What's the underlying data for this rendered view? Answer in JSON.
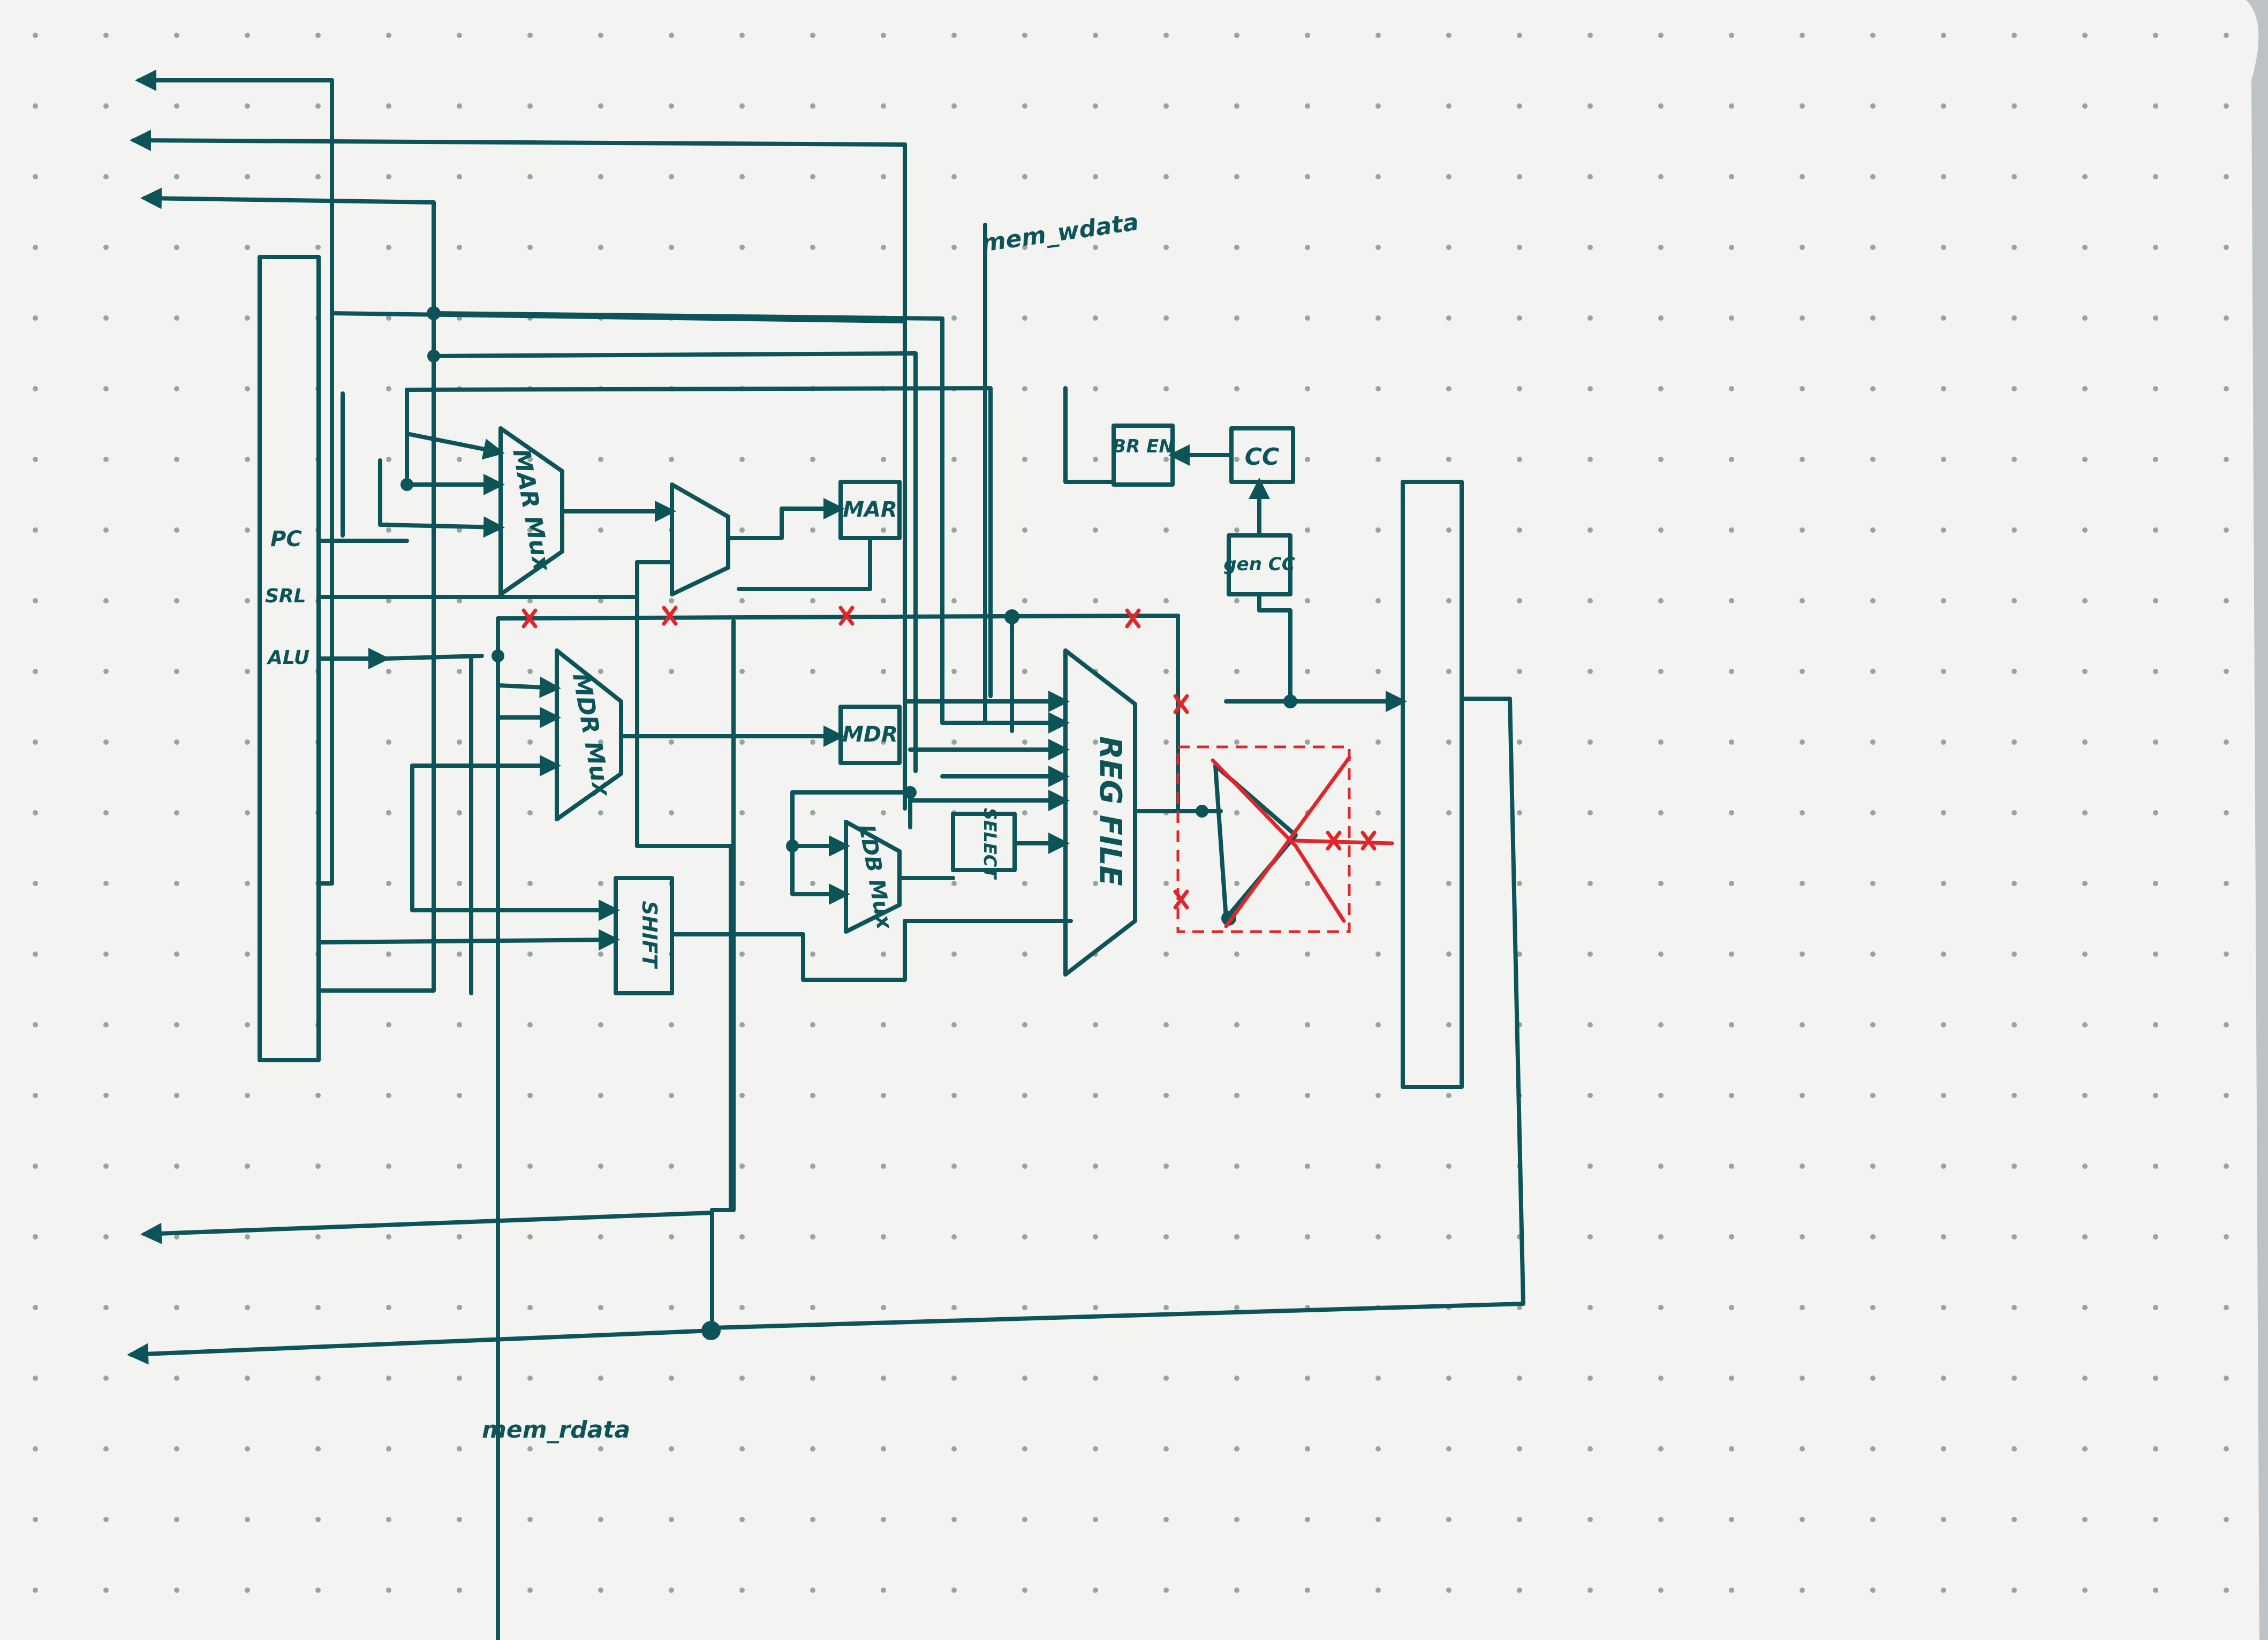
{
  "colors": {
    "paper": "#f3f4f1",
    "ink": "#0d5458",
    "correction": "#e0262b",
    "dot": "#9aa3a4"
  },
  "diagram": {
    "labels": {
      "mem_wdata": "mem_wdata",
      "mem_rdata": "mem_rdata",
      "pc": "PC",
      "srl": "SRL",
      "alu": "ALU",
      "mar_mux": "MAR Mux",
      "mdr_mux": "MDR Mux",
      "mar": "MAR",
      "mdr": "MDR",
      "ldb_mux": "LDB Mux",
      "shift": "SHIFT",
      "select": "SELECT",
      "reg_file": "REG FILE",
      "br_en": "BR EN",
      "cc": "CC",
      "gen_cc": "gen CC"
    }
  }
}
